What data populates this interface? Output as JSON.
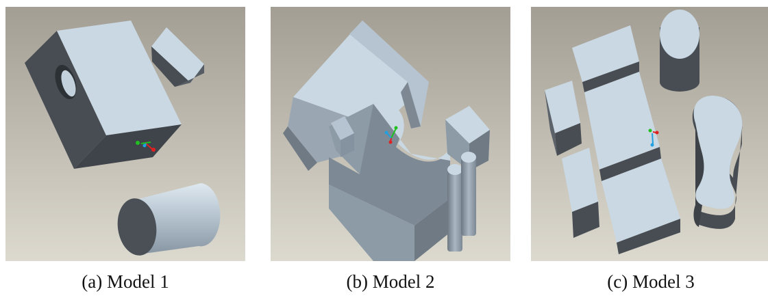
{
  "figure": {
    "panels": [
      {
        "id": "model-1",
        "caption": "(a) Model 1"
      },
      {
        "id": "model-2",
        "caption": "(b) Model 2"
      },
      {
        "id": "model-3",
        "caption": "(c) Model 3"
      }
    ]
  },
  "colors": {
    "background_top": "#a39e94",
    "background_bottom": "#dcd9cf",
    "face_light": "#c9d8e3",
    "face_mid": "#8d9ba7",
    "face_dark": "#474d53",
    "axis_x": "#e02020",
    "axis_y": "#20c020",
    "axis_z": "#20a0e0"
  }
}
